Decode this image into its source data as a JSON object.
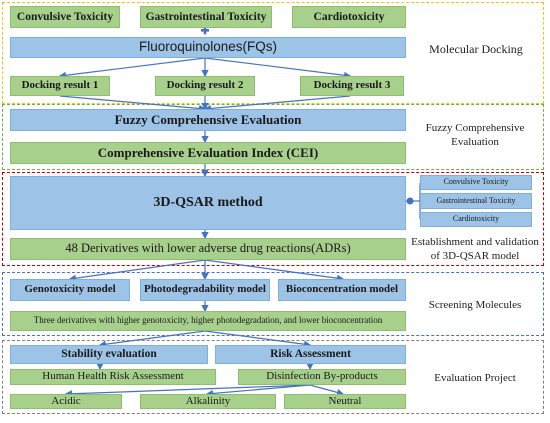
{
  "colors": {
    "green": "#a8d08d",
    "blue": "#9dc3e6",
    "yellow": "#ffc000",
    "lightgreen": "#70ad47",
    "red": "#c00000",
    "blue_dash": "#4472c4",
    "arrow": "#4472c4"
  },
  "icons": {
    "plus": "plus-icon",
    "arrow": "arrow-down-icon"
  },
  "toxicities": [
    "Convulsive Toxicity",
    "Gastrointestinal Toxicity",
    "Cardiotoxicity"
  ],
  "fqs": "Fluoroquinolones(FQs)",
  "docking_results": [
    "Docking result 1",
    "Docking result 2",
    "Docking result 3"
  ],
  "fuzzy": "Fuzzy Comprehensive Evaluation",
  "cei": "Comprehensive Evaluation Index (CEI)",
  "qsar": "3D-QSAR method",
  "qsar_side": [
    "Convulsive  Toxicity",
    "Gastrointestinal  Toxicity",
    "Cardiotoxicity"
  ],
  "derivatives": "48 Derivatives with lower adverse drug reactions(ADRs)",
  "models": [
    "Genotoxicity model",
    "Photodegradability model",
    "Bioconcentration model"
  ],
  "screen_result": "Three derivatives with higher genotoxicity, higher photodegradation, and lower bioconcentration",
  "stability": "Stability evaluation",
  "risk": "Risk Assessment",
  "health_risk": "Human Health Risk Assessment",
  "dbp": "Disinfection By-products",
  "ph": [
    "Acidic",
    "Alkalinity",
    "Neutral"
  ],
  "sections": {
    "molecular_docking": "Molecular Docking",
    "fuzzy": "Fuzzy Comprehensive Evaluation",
    "qsar": "Establishment and validation of 3D-QSAR model",
    "screening": "Screening Molecules",
    "evaluation": "Evaluation Project"
  }
}
